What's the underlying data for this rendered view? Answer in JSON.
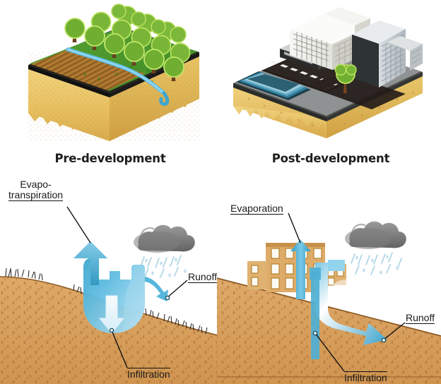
{
  "figure": {
    "title_absent": true,
    "panels": [
      {
        "id": "pre-development-block",
        "caption": "Pre-development",
        "features": [
          "forest canopy",
          "grass",
          "tilled field",
          "stream",
          "soil profile"
        ]
      },
      {
        "id": "post-development-block",
        "caption": "Post-development",
        "features": [
          "office buildings",
          "high-rise",
          "road",
          "parking",
          "street tree",
          "soil profile"
        ]
      }
    ]
  },
  "captions": {
    "pre": "Pre-development",
    "post": "Post-development"
  },
  "diagram_left": {
    "name": "pre-development-hydrology",
    "labels": {
      "evapo_line1": "Evapo-",
      "evapo_line2": "transpiration",
      "runoff": "Runoff",
      "infiltration": "Infiltration"
    }
  },
  "diagram_right": {
    "name": "post-development-hydrology",
    "labels": {
      "evaporation": "Evaporation",
      "runoff": "Runoff",
      "infiltration": "Infiltration"
    }
  },
  "colors": {
    "soil": "#d79e60",
    "soil_dark": "#b9803f",
    "soil_speck": "#a96c2e",
    "sand_edge": "#edc96a",
    "water_arrow": "#3fa6ce",
    "water_arrow_dark": "#1f84ad",
    "water_light": "#cfeaf7",
    "cloud": "#8b8b8b",
    "cloud_dark": "#6e6e6e",
    "grass": "#4e9a2f",
    "tree_canopy": "#8cc63f",
    "tree_trunk": "#6b3f1d",
    "building_tan": "#d9ae6b",
    "road": "#2b2320",
    "stream": "#5fbfe8",
    "text": "#1a1a1a",
    "leader": "#111111"
  }
}
